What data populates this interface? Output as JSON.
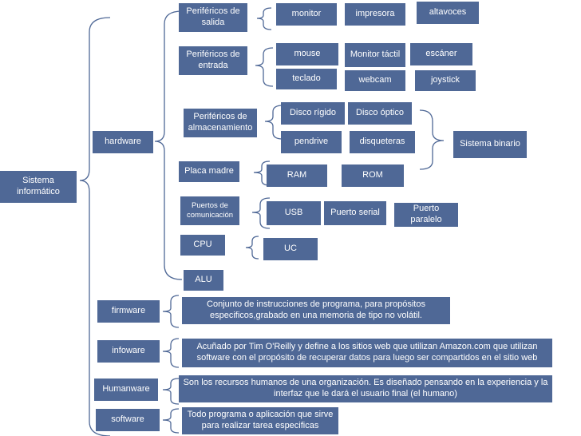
{
  "root": "Sistema informático",
  "hardware": {
    "label": "hardware",
    "perifericos_salida": {
      "label": "Periféricos de salida",
      "items": [
        "monitor",
        "impresora",
        "altavoces"
      ]
    },
    "perifericos_entrada": {
      "label": "Periféricos de entrada",
      "items": [
        "mouse",
        "Monitor táctil",
        "escáner",
        "teclado",
        "webcam",
        "joystick"
      ]
    },
    "perifericos_almacenamiento": {
      "label": "Periféricos de almacenamiento",
      "items": [
        "Disco rígido",
        "Disco óptico",
        "pendrive",
        "disqueteras"
      ],
      "result": "Sistema binario"
    },
    "placa_madre": {
      "label": "Placa madre",
      "items": [
        "RAM",
        "ROM"
      ]
    },
    "puertos": {
      "label": "Puertos de comunicación",
      "items": [
        "USB",
        "Puerto serial",
        "Puerto paralelo"
      ]
    },
    "cpu": {
      "label": "CPU",
      "items": [
        "UC"
      ]
    },
    "alu": {
      "label": "ALU"
    }
  },
  "firmware": {
    "label": "firmware",
    "description": "Conjunto de instrucciones de programa, para propósitos especificos,grabado en una memoria de tipo no volátil."
  },
  "infoware": {
    "label": "infoware",
    "description": "Acuñado por Tim O'Reilly y define a los sitios web que utilizan Amazon.com que utilizan software con el propósito de recuperar datos para luego ser compartidos  en el sitio web"
  },
  "humanware": {
    "label": "Humanware",
    "description": "Son los recursos humanos de una organización. Es diseñado pensando en la experiencia y la interfaz que le dará el usuario final (el humano)"
  },
  "software": {
    "label": "software",
    "description": "Todo programa o aplicación que sirve para realizar tarea especificas"
  },
  "colors": {
    "box": "#4f6896",
    "text": "#ffffff",
    "line": "#4f6896"
  }
}
